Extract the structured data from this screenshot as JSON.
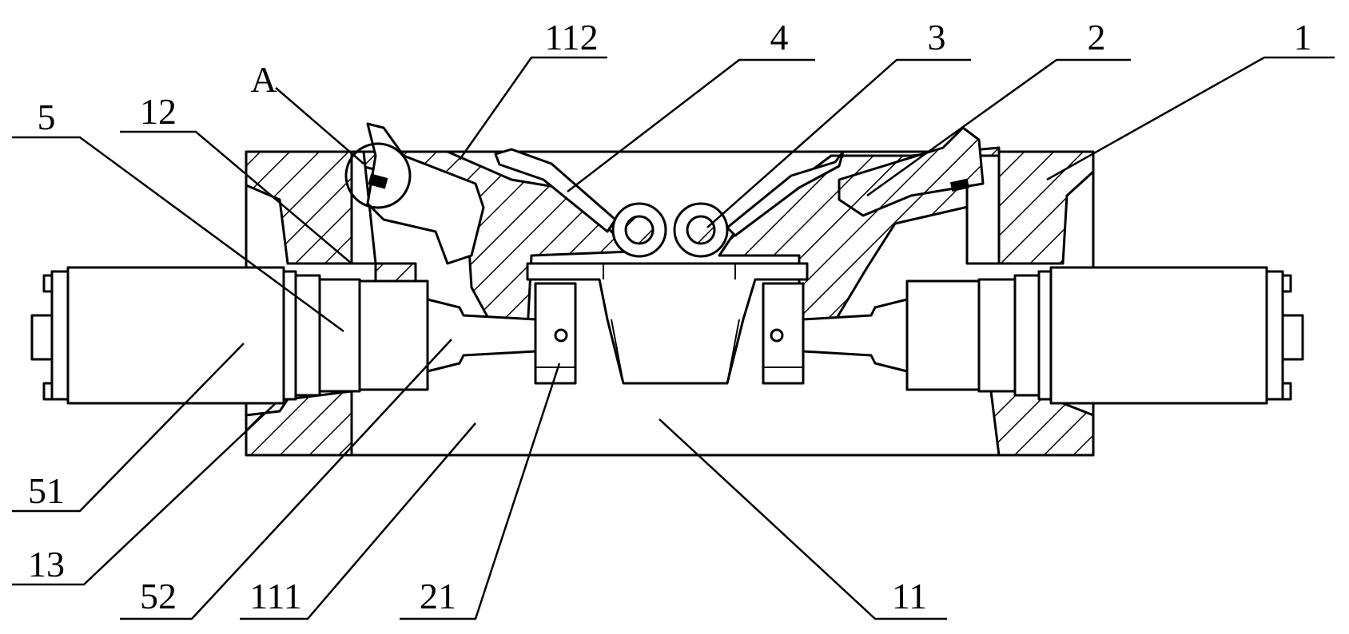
{
  "labels": {
    "l1": "1",
    "l2": "2",
    "l3": "3",
    "l4": "4",
    "l5": "5",
    "l11": "11",
    "l12": "12",
    "l13": "13",
    "l21": "21",
    "l51": "51",
    "l52": "52",
    "l111": "111",
    "l112": "112",
    "lA": "A"
  }
}
